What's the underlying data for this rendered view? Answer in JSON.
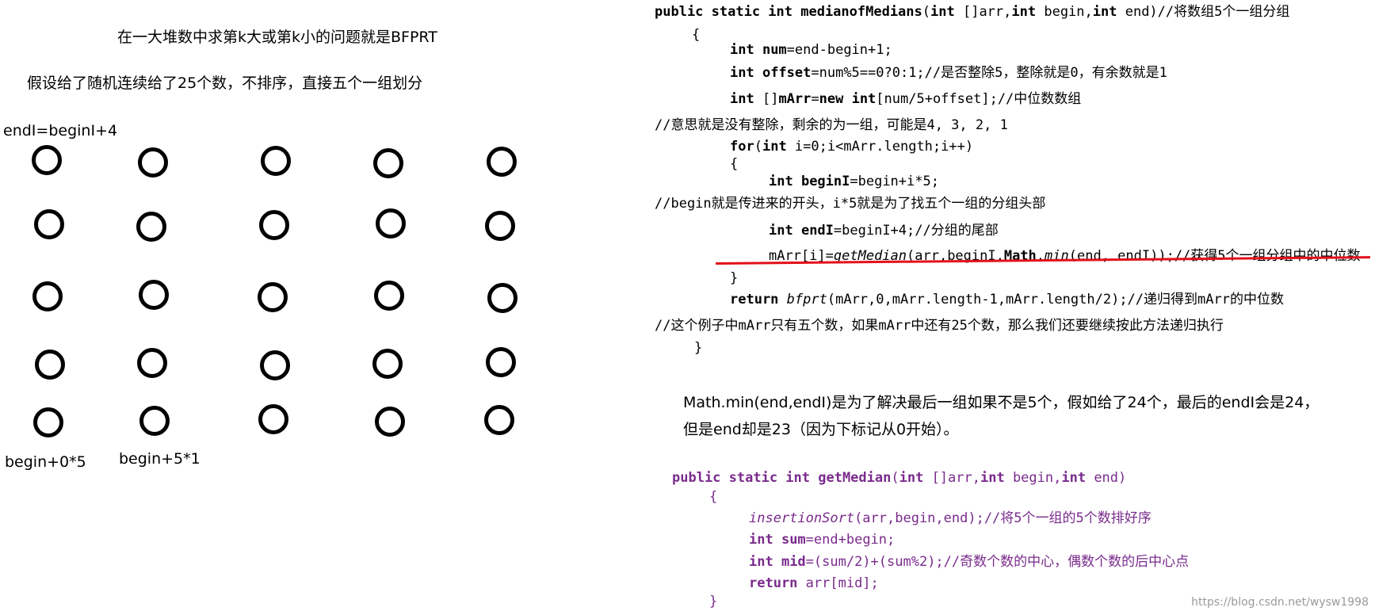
{
  "left": {
    "title": "在一大堆数中求第k大或第k小的问题就是BFPRT",
    "intro": "假设给了随机连续给了25个数，不排序，直接五个一组划分",
    "end_label": "endI=beginI+4",
    "begin_label_0": "begin+0*5",
    "begin_label_1": "begin+5*1",
    "grid": {
      "rows": 5,
      "cols": 5
    }
  },
  "code1": {
    "l1": {
      "kw1": "public static int ",
      "name": "medianofMedians",
      "p1": "(",
      "kw2": "int",
      "p2": " []arr,",
      "kw3": "int",
      "p3": " begin,",
      "kw4": "int",
      "p4": " end)//将数组5个一组分组"
    },
    "l2": "{",
    "l3": {
      "kw": "int",
      "var": " num",
      "rest": "=end-begin+1;"
    },
    "l4": {
      "kw": "int",
      "var": " offset",
      "rest": "=num%5==0?0:1;//是否整除5，整除就是0，有余数就是1"
    },
    "l5": {
      "kw1": "int",
      "p1": " []",
      "var": "mArr",
      "p2": "=",
      "kw2": "new int",
      "rest": "[num/5+offset];//中位数数组"
    },
    "l6": "//意思就是没有整除，剩余的为一组，可能是4, 3, 2, 1",
    "l7": {
      "kw1": "for",
      "p1": "(",
      "kw2": "int",
      "rest": " i=0;i<mArr.length;i++)"
    },
    "l8": "{",
    "l9": {
      "kw": "int",
      "var": " beginI",
      "rest": "=begin+i*5;"
    },
    "l10": "//begin就是传进来的开头，i*5就是为了找五个一组的分组头部",
    "l11": {
      "kw": "int",
      "var": " endI",
      "rest": "=beginI+4;//分组的尾部"
    },
    "l12": {
      "p1": "mArr[i]=",
      "fn": "getMedian",
      "p2": "(arr,beginI,",
      "cls": "Math",
      "p3": ".",
      "fn2": "min",
      "rest": "(end, endI));//获得5个一组分组中的中位数"
    },
    "l13": "}",
    "l14": {
      "kw": "return",
      "sp": " ",
      "fn": "bfprt",
      "rest": "(mArr,0,mArr.length-1,mArr.length/2);//递归得到mArr的中位数"
    },
    "l15": "//这个例子中mArr只有五个数，如果mArr中还有25个数，那么我们还要继续按此方法递归执行",
    "l16": "}"
  },
  "note": {
    "line1": "Math.min(end,endI)是为了解决最后一组如果不是5个，假如给了24个，最后的endI会是24，",
    "line2": "但是end却是23（因为下标记从0开始）。"
  },
  "code2": {
    "l1": {
      "kw1": "public static int ",
      "name": "getMedian",
      "p1": "(",
      "kw2": "int",
      "p2": " []arr,",
      "kw3": "int",
      "p3": " begin,",
      "kw4": "int",
      "p4": " end)"
    },
    "l2": "{",
    "l3": {
      "fn": "insertionSort",
      "rest": "(arr,begin,end);//将5个一组的5个数排好序"
    },
    "l4": {
      "kw": "int",
      "var": " sum",
      "rest": "=end+begin;"
    },
    "l5": {
      "kw": "int",
      "var": " mid",
      "rest": "=(sum/2)+(sum%2);//奇数个数的中心，偶数个数的后中心点"
    },
    "l6": {
      "kw": "return",
      "rest": " arr[mid];"
    },
    "l7": "}"
  },
  "watermark": "https://blog.csdn.net/wysw1998"
}
